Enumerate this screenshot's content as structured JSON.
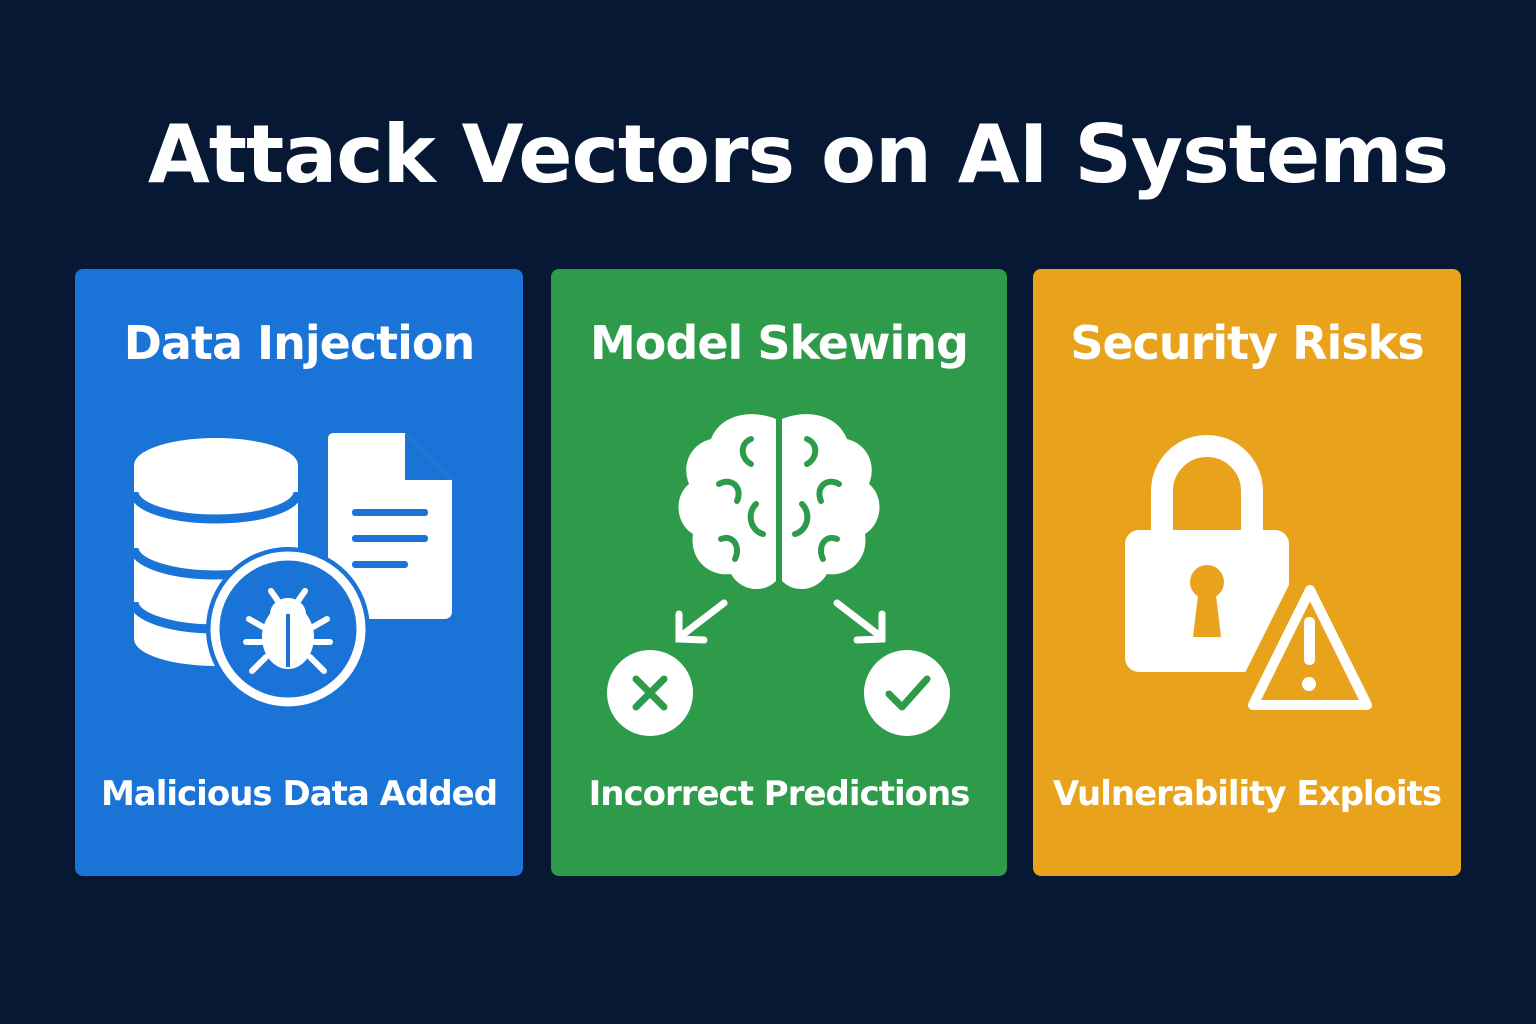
{
  "title": "Attack Vectors on AI Systems",
  "colors": {
    "background": "#061833",
    "data_injection": "#1a73d6",
    "model_skewing": "#2e9b4a",
    "security_risks": "#e9a21c",
    "icon": "#ffffff"
  },
  "cards": [
    {
      "heading": "Data Injection",
      "caption": "Malicious Data Added",
      "icons": [
        "database-icon",
        "document-icon",
        "bug-icon"
      ]
    },
    {
      "heading": "Model Skewing",
      "caption": "Incorrect Predictions",
      "icons": [
        "brain-icon",
        "arrow-down-left-icon",
        "arrow-down-right-icon",
        "cross-icon",
        "check-icon"
      ]
    },
    {
      "heading": "Security Risks",
      "caption": "Vulnerability Exploits",
      "icons": [
        "padlock-icon",
        "warning-icon"
      ]
    }
  ]
}
